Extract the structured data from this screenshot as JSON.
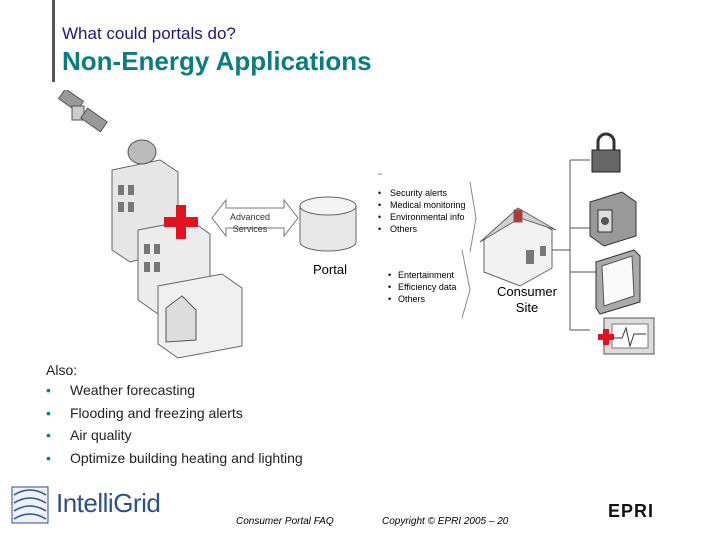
{
  "header": {
    "subtitle": "What could portals do?",
    "title": "Non-Energy Applications"
  },
  "diagram": {
    "advanced_services_line1": "Advanced",
    "advanced_services_line2": "Services",
    "portal_label": "Portal",
    "consumer_site_line1": "Consumer",
    "consumer_site_line2": "Site",
    "upper_list": [
      "Security alerts",
      "Medical monitoring",
      "Environmental info",
      "Others"
    ],
    "lower_list": [
      "Entertainment",
      "Efficiency data",
      "Others"
    ]
  },
  "also": {
    "label": "Also:",
    "items": [
      "Weather forecasting",
      "Flooding and freezing alerts",
      "Air quality",
      "Optimize building heating and lighting"
    ]
  },
  "footer": {
    "brand_name": "IntelliGrid",
    "center_text": "Consumer Portal FAQ",
    "copyright": "Copyright © EPRI 2005 – 20",
    "epri_logo": "EPRI"
  },
  "colors": {
    "title": "#0a7d7d",
    "subtitle": "#1a1a7a",
    "red_cross": "#e0141e",
    "brand_blue": "#2d4f8e"
  }
}
